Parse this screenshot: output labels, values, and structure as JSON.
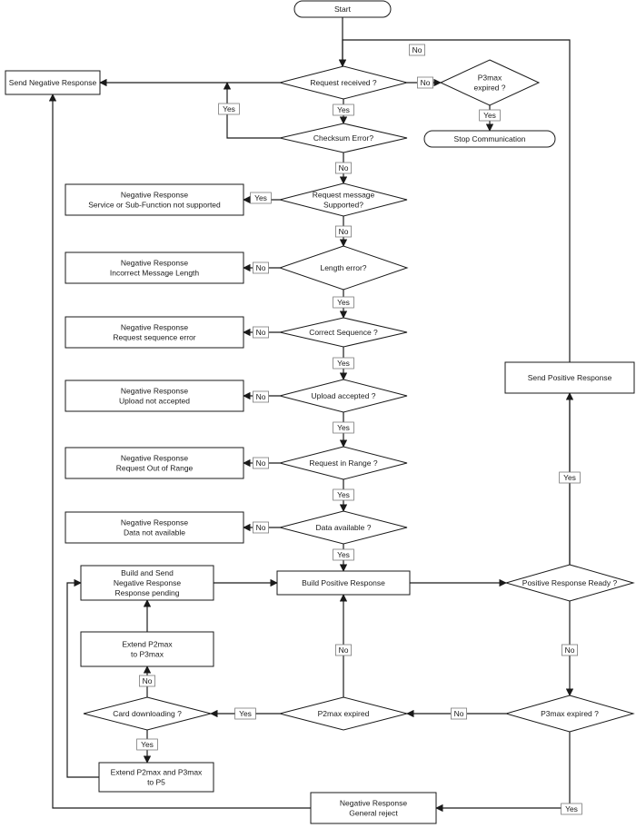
{
  "nodes": {
    "start": [
      "Start"
    ],
    "request_received": [
      "Request received ?"
    ],
    "p3max_expired_top": [
      "P3max",
      "expired ?"
    ],
    "stop_communication": [
      "Stop Communication"
    ],
    "send_negative_response": [
      "Send Negative Response"
    ],
    "checksum_error": [
      "Checksum Error?"
    ],
    "request_message_supported": [
      "Request message",
      "Supported?"
    ],
    "neg_service_not_supported": [
      "Negative Response",
      "Service or Sub-Function not supported"
    ],
    "length_error": [
      "Length error?"
    ],
    "neg_incorrect_length": [
      "Negative Response",
      "Incorrect Message Length"
    ],
    "correct_sequence": [
      "Correct Sequence ?"
    ],
    "neg_request_sequence": [
      "Negative Response",
      "Request sequence error"
    ],
    "upload_accepted": [
      "Upload accepted ?"
    ],
    "neg_upload_not_accepted": [
      "Negative Response",
      "Upload not accepted"
    ],
    "request_in_range": [
      "Request in Range ?"
    ],
    "neg_out_of_range": [
      "Negative Response",
      "Request Out of Range"
    ],
    "data_available": [
      "Data available ?"
    ],
    "neg_data_not_available": [
      "Negative Response",
      "Data not available"
    ],
    "build_positive_response": [
      "Build Positive Response"
    ],
    "positive_response_ready": [
      "Positive Response Ready ?"
    ],
    "send_positive_response": [
      "Send Positive Response"
    ],
    "build_send_pending": [
      "Build and Send",
      "Negative Response",
      "Response pending"
    ],
    "extend_p2max_p3max": [
      "Extend P2max",
      "to P3max"
    ],
    "card_downloading": [
      "Card downloading ?"
    ],
    "extend_p2max_p3max_p5": [
      "Extend P2max and P3max",
      "to P5"
    ],
    "p2max_expired": [
      "P2max expired"
    ],
    "p3max_expired_bottom": [
      "P3max expired ?"
    ],
    "neg_general_reject": [
      "Negative Response",
      "General reject"
    ]
  },
  "edge_labels": {
    "no": "No",
    "yes": "Yes"
  },
  "colors": {
    "line": "#1a1a1a",
    "label_border": "#7a7a7a",
    "background": "#ffffff"
  }
}
